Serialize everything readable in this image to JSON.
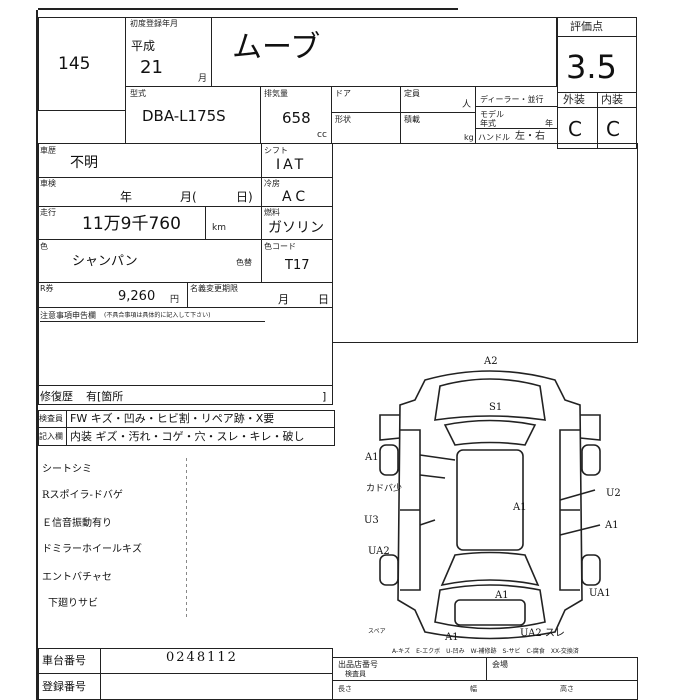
{
  "header": {
    "cut_top_text": "",
    "lot_number": "145"
  },
  "registration": {
    "label": "初度登録年月",
    "era": "平成",
    "year": "21",
    "month_suffix": "月"
  },
  "car_name": "ムーブ",
  "model": {
    "label": "型式",
    "value": "DBA-L175S"
  },
  "displacement": {
    "label": "排気量",
    "value": "658",
    "unit": "cc"
  },
  "door_label": "ドア",
  "capacity": {
    "label": "定員",
    "unit": "人"
  },
  "dealer_label": "ディーラー・並行",
  "shape_label": "形状",
  "load_label": "積載",
  "load_unit": "kg",
  "model_year_label": "モデル年式",
  "model_year_unit": "年",
  "handle": {
    "label": "ハンドル",
    "value": "左・右"
  },
  "score": {
    "label": "評価点",
    "value": "3.5",
    "exterior_label": "外装",
    "interior_label": "内装",
    "exterior_value": "C",
    "interior_value": "C"
  },
  "history": {
    "label": "車歴",
    "value": "不明"
  },
  "inspection": {
    "label": "車検",
    "year_unit": "年",
    "month_unit": "月(",
    "day_unit": "日)"
  },
  "mileage": {
    "label": "走行",
    "value": "11万9千760",
    "unit": "km"
  },
  "color": {
    "label": "色",
    "value": "シャンパン",
    "change_label": "色替"
  },
  "recycle": {
    "label": "R券",
    "value": "9,260",
    "unit": "円"
  },
  "tax_label": "名義変更期限",
  "tax_month": "月",
  "tax_day": "日",
  "shift": {
    "label": "シフト",
    "value": "IAT"
  },
  "aircon": {
    "label": "冷房",
    "value": "AC"
  },
  "fuel": {
    "label": "燃料",
    "value": "ガソリン"
  },
  "color_code": {
    "label": "色コード",
    "value": "T17"
  },
  "notes": {
    "label": "注意事項申告欄",
    "hint": "(不具合事項は具体的に記入して下さい)"
  },
  "repair": {
    "label": "修復歴",
    "value": "有[箇所",
    "close": "]"
  },
  "checkbox": {
    "row1_label": "検査員",
    "row2_label": "記入欄",
    "row1": "FW キズ・凹み・ヒビ割・リペア跡・X要",
    "row2": "内装 ギズ・汚れ・コゲ・穴・スレ・キレ・破し"
  },
  "handwritten_notes": [
    "シートシミ",
    "Rスポイラ-ドバゲ",
    "Ｅ信音振動有り",
    "ドミラーホイールキズ",
    "エントバチャセ",
    "下廻りサビ"
  ],
  "diagram_marks": {
    "top": "A2",
    "roof": "S1",
    "left_front": "A1",
    "left_door_note": "カドバ少",
    "left_u3": "U3",
    "left_ua2": "UA2",
    "right_door": "A1",
    "right_u2": "U2",
    "right_a1": "A1",
    "rear": "A1",
    "rear_right": "UA1",
    "bottom_a1": "A1",
    "bottom_ua2": "UA2 スレ",
    "spare_label": "スペア"
  },
  "legend": "A-キズ　E-エクボ　U-凹み　W-補修跡　S-サビ　C-腐食　XX-交換済",
  "chassis": {
    "label": "車台番号",
    "value": "0248112"
  },
  "registration_number_label": "登録番号",
  "inspector_label": "検査員",
  "footer_labels": {
    "a": "出品店番号",
    "b": "会場",
    "c": "長さ",
    "d": "幅",
    "e": "高さ"
  }
}
